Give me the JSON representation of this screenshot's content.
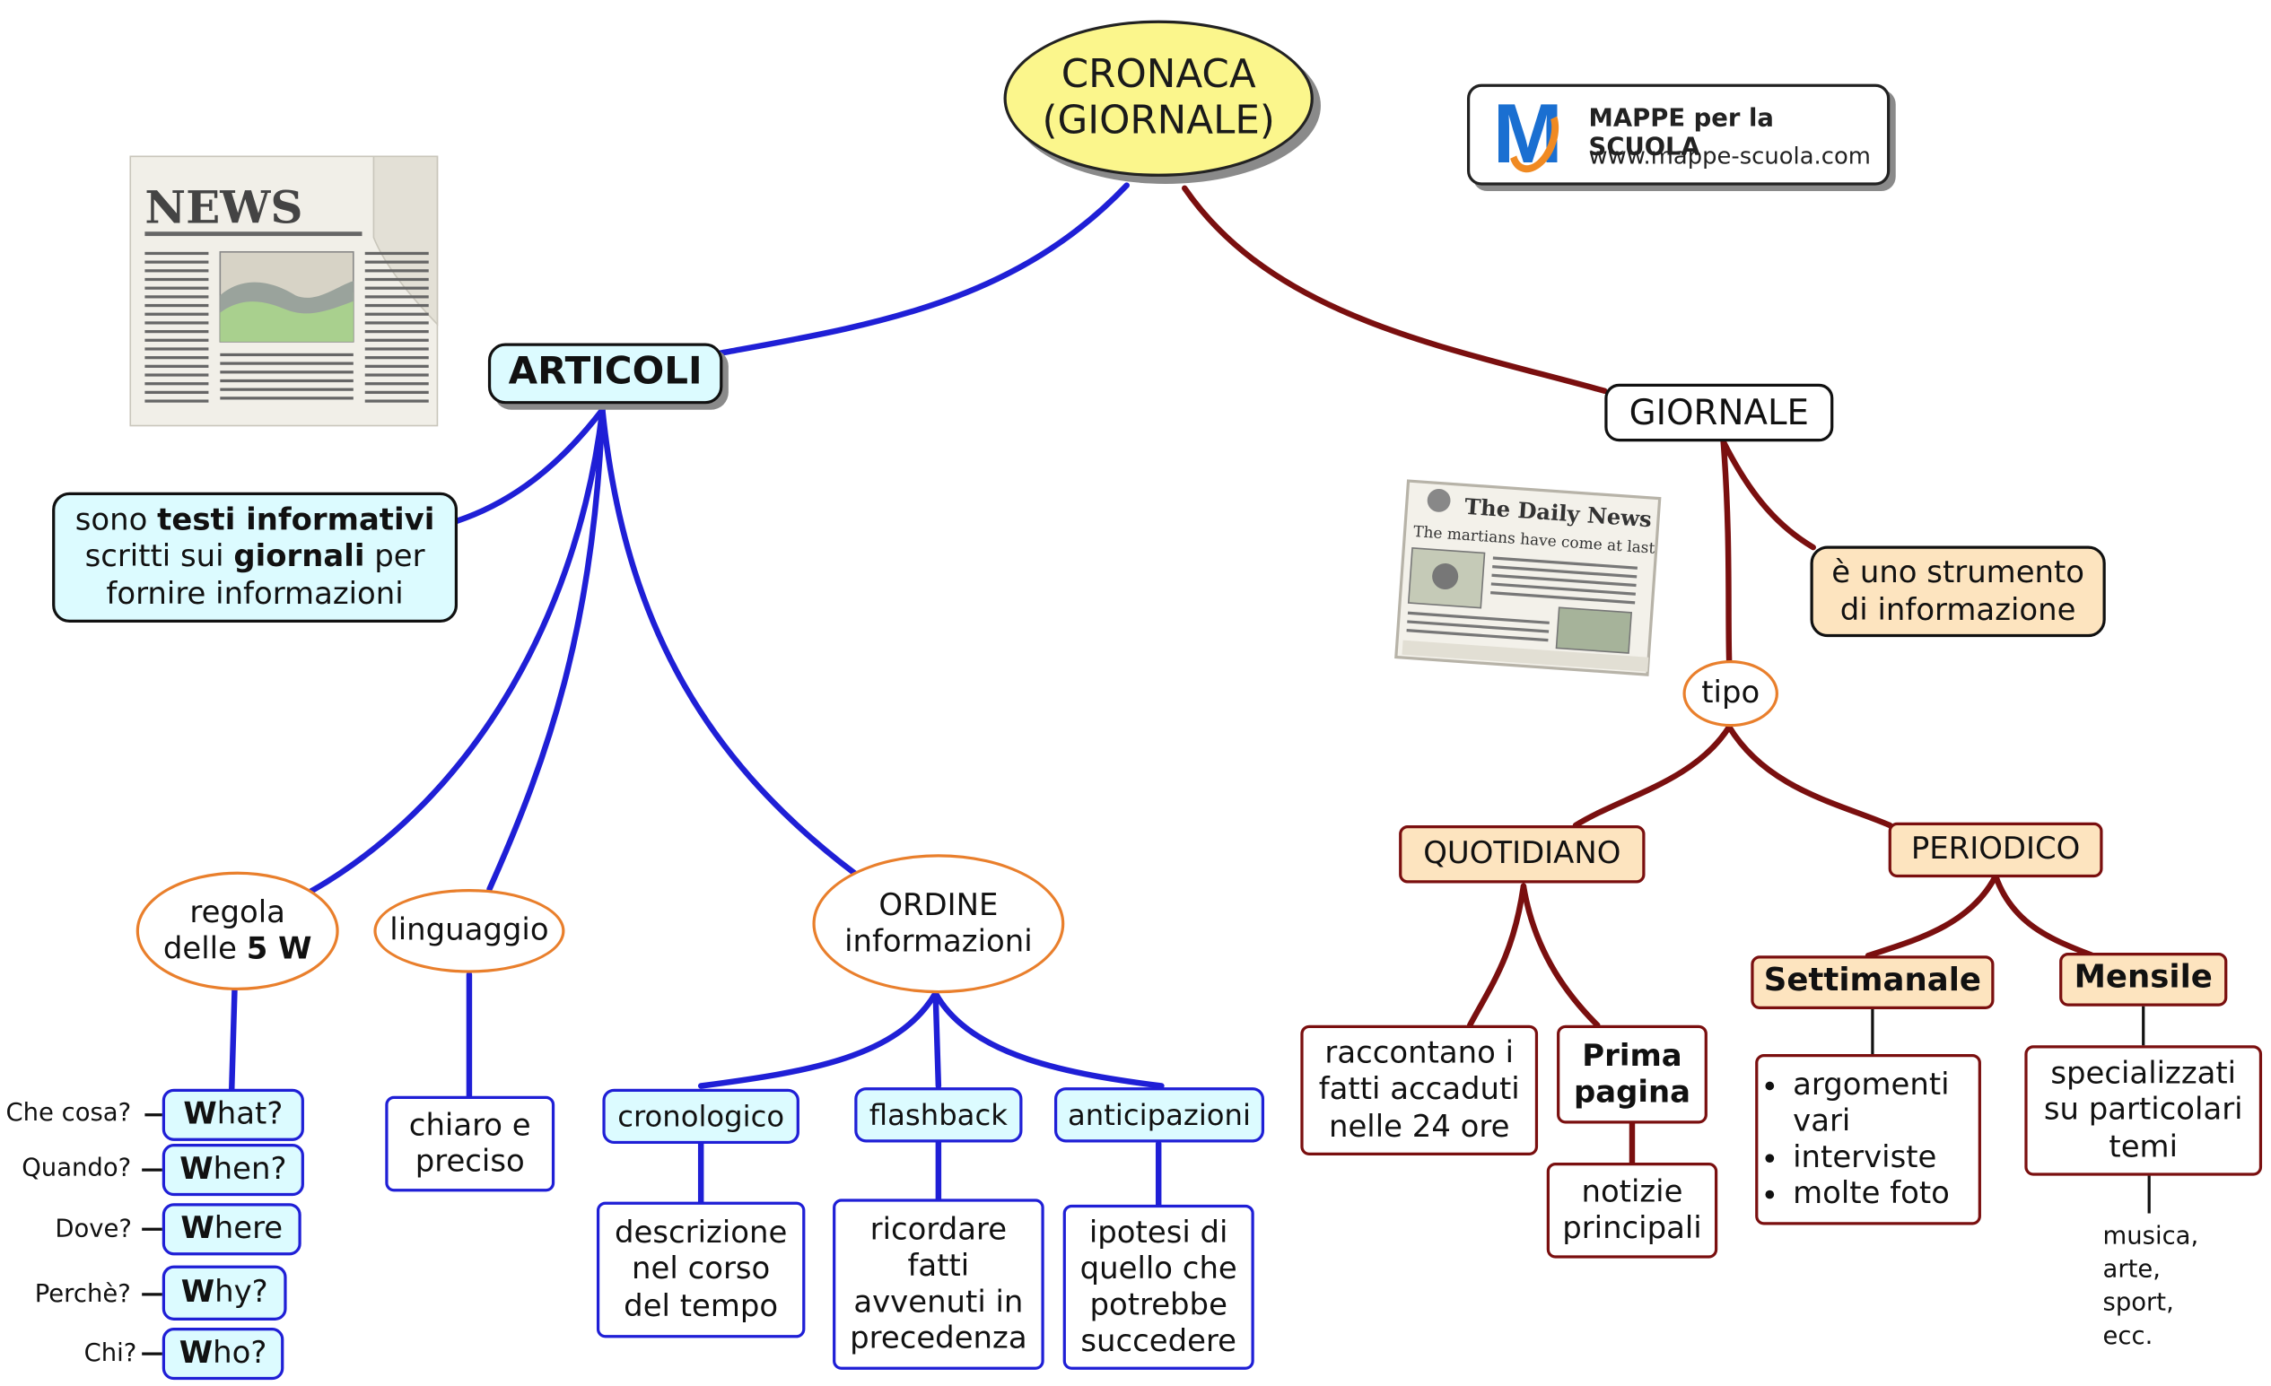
{
  "root": {
    "line1": "CRONACA",
    "line2": "(GIORNALE)"
  },
  "logo": {
    "title": "MAPPE per la SCUOLA",
    "url": "www.mappe-scuola.com",
    "mark": "M"
  },
  "images": {
    "newspaper_left_masthead": "NEWS",
    "daily_news_title": "The Daily News",
    "daily_news_headline": "The martians have come at last"
  },
  "articoli": {
    "label": "ARTICOLI",
    "definition": {
      "p1": "sono ",
      "b1": "testi informativi",
      "p2": "scritti sui ",
      "b2": "giornali",
      "p3": " per",
      "p4": "fornire informazioni"
    },
    "regola": {
      "line1": "regola",
      "line2_plain": "delle ",
      "line2_bold": "5 W"
    },
    "w_items": [
      {
        "question": "Che cosa?",
        "bold": "W",
        "rest": "hat?"
      },
      {
        "question": "Quando?",
        "bold": "W",
        "rest": "hen?"
      },
      {
        "question": "Dove?",
        "bold": "W",
        "rest": "here"
      },
      {
        "question": "Perchè?",
        "bold": "W",
        "rest": "hy?"
      },
      {
        "question": "Chi?",
        "bold": "W",
        "rest": "ho?"
      }
    ],
    "linguaggio": {
      "label": "linguaggio",
      "detail_l1": "chiaro e",
      "detail_l2": "preciso"
    },
    "ordine": {
      "line1": "ORDINE",
      "line2": "informazioni",
      "items": [
        {
          "label": "cronologico",
          "detail": [
            "descrizione",
            "nel corso",
            "del tempo"
          ]
        },
        {
          "label": "flashback",
          "detail": [
            "ricordare",
            "fatti",
            "avvenuti in",
            "precedenza"
          ]
        },
        {
          "label": "anticipazioni",
          "detail": [
            "ipotesi di",
            "quello che",
            "potrebbe",
            "succedere"
          ]
        }
      ]
    }
  },
  "giornale": {
    "label": "GIORNALE",
    "definition": {
      "l1": "è uno strumento",
      "l2": "di informazione"
    },
    "tipo": "tipo",
    "quotidiano": {
      "label": "QUOTIDIANO",
      "detail": [
        "raccontano i",
        "fatti accaduti",
        "nelle 24 ore"
      ],
      "prima_pagina": {
        "l1": "Prima",
        "l2": "pagina"
      },
      "notizie": {
        "l1": "notizie",
        "l2": "principali"
      }
    },
    "periodico": {
      "label": "PERIODICO",
      "settimanale": {
        "label": "Settimanale",
        "bullets": [
          "argomenti vari",
          "interviste",
          "molte foto"
        ]
      },
      "mensile": {
        "label": "Mensile",
        "detail": [
          "specializzati",
          "su particolari",
          "temi"
        ],
        "examples": [
          "musica,",
          "arte,",
          "sport,",
          "ecc."
        ]
      }
    }
  },
  "colors": {
    "blue_links": "#1f1fd6",
    "red_links": "#7a0f0f",
    "root_fill": "#fbf68c",
    "blue_fill": "#dcfbff",
    "peach_fill": "#fde4bf",
    "orange_border": "#e97f2c"
  }
}
